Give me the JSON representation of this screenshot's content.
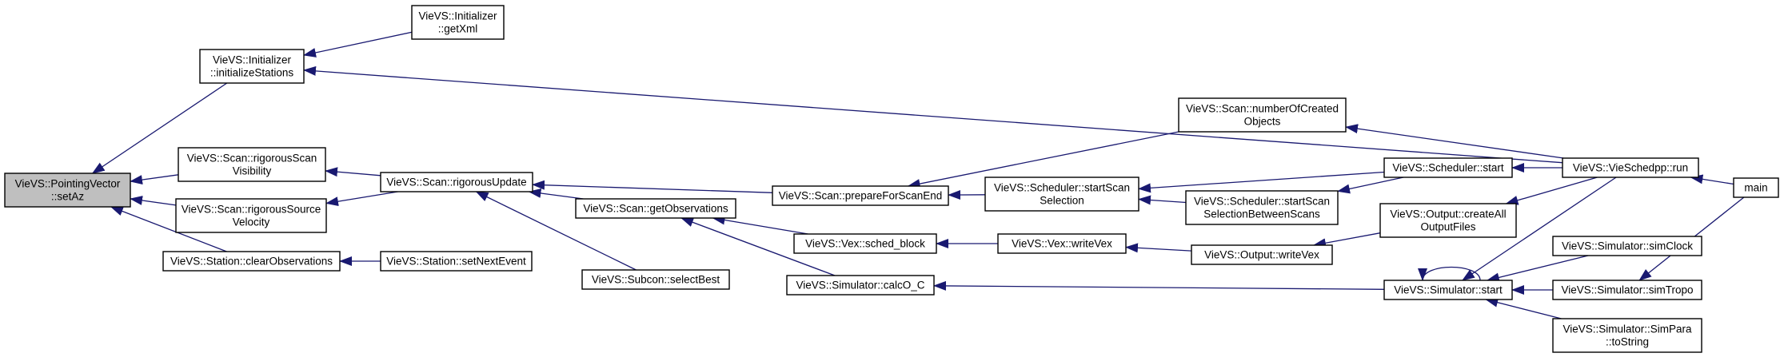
{
  "colors": {
    "edge": "#191970",
    "node_fill": "#ffffff",
    "root_fill": "#bfbfbf",
    "border": "#000000"
  },
  "nodes": [
    {
      "id": "setAz",
      "lines": [
        "VieVS::PointingVector",
        "::setAz"
      ]
    },
    {
      "id": "initializeStations",
      "lines": [
        "VieVS::Initializer",
        "::initializeStations"
      ]
    },
    {
      "id": "getXml",
      "lines": [
        "VieVS::Initializer",
        "::getXml"
      ]
    },
    {
      "id": "rigorousScanVisibility",
      "lines": [
        "VieVS::Scan::rigorousScan",
        "Visibility"
      ]
    },
    {
      "id": "rigorousSourceVelocity",
      "lines": [
        "VieVS::Scan::rigorousSource",
        "Velocity"
      ]
    },
    {
      "id": "clearObservations",
      "lines": [
        "VieVS::Station::clearObservations"
      ]
    },
    {
      "id": "rigorousUpdate",
      "lines": [
        "VieVS::Scan::rigorousUpdate"
      ]
    },
    {
      "id": "setNextEvent",
      "lines": [
        "VieVS::Station::setNextEvent"
      ]
    },
    {
      "id": "prepareForScanEnd",
      "lines": [
        "VieVS::Scan::prepareForScanEnd"
      ]
    },
    {
      "id": "getObservations",
      "lines": [
        "VieVS::Scan::getObservations"
      ]
    },
    {
      "id": "selectBest",
      "lines": [
        "VieVS::Subcon::selectBest"
      ]
    },
    {
      "id": "calcO_C",
      "lines": [
        "VieVS::Simulator::calcO_C"
      ]
    },
    {
      "id": "numberOfCreatedObjects",
      "lines": [
        "VieVS::Scan::numberOfCreated",
        "Objects"
      ]
    },
    {
      "id": "startScanSelection",
      "lines": [
        "VieVS::Scheduler::startScan",
        "Selection"
      ]
    },
    {
      "id": "sched_block",
      "lines": [
        "VieVS::Vex::sched_block"
      ]
    },
    {
      "id": "writeVex",
      "lines": [
        "VieVS::Vex::writeVex"
      ]
    },
    {
      "id": "schedulerStart",
      "lines": [
        "VieVS::Scheduler::start"
      ]
    },
    {
      "id": "startScanSelectionBetweenScans",
      "lines": [
        "VieVS::Scheduler::startScan",
        "SelectionBetweenScans"
      ]
    },
    {
      "id": "outputWriteVex",
      "lines": [
        "VieVS::Output::writeVex"
      ]
    },
    {
      "id": "createAllOutputFiles",
      "lines": [
        "VieVS::Output::createAll",
        "OutputFiles"
      ]
    },
    {
      "id": "simulatorStart",
      "lines": [
        "VieVS::Simulator::start"
      ]
    },
    {
      "id": "run",
      "lines": [
        "VieVS::VieSchedpp::run"
      ]
    },
    {
      "id": "simClock",
      "lines": [
        "VieVS::Simulator::simClock"
      ]
    },
    {
      "id": "simTropo",
      "lines": [
        "VieVS::Simulator::simTropo"
      ]
    },
    {
      "id": "toString",
      "lines": [
        "VieVS::Simulator::SimPara",
        "::toString"
      ]
    },
    {
      "id": "main",
      "lines": [
        "main"
      ]
    }
  ],
  "edges": [
    [
      "initializeStations",
      "setAz"
    ],
    [
      "rigorousScanVisibility",
      "setAz"
    ],
    [
      "rigorousSourceVelocity",
      "setAz"
    ],
    [
      "clearObservations",
      "setAz"
    ],
    [
      "getXml",
      "initializeStations"
    ],
    [
      "run",
      "initializeStations"
    ],
    [
      "rigorousUpdate",
      "rigorousScanVisibility"
    ],
    [
      "rigorousUpdate",
      "rigorousSourceVelocity"
    ],
    [
      "setNextEvent",
      "clearObservations"
    ],
    [
      "prepareForScanEnd",
      "rigorousUpdate"
    ],
    [
      "getObservations",
      "rigorousUpdate"
    ],
    [
      "selectBest",
      "rigorousUpdate"
    ],
    [
      "numberOfCreatedObjects",
      "prepareForScanEnd"
    ],
    [
      "startScanSelection",
      "prepareForScanEnd"
    ],
    [
      "sched_block",
      "getObservations"
    ],
    [
      "calcO_C",
      "getObservations"
    ],
    [
      "run",
      "numberOfCreatedObjects"
    ],
    [
      "schedulerStart",
      "startScanSelection"
    ],
    [
      "startScanSelectionBetweenScans",
      "startScanSelection"
    ],
    [
      "writeVex",
      "sched_block"
    ],
    [
      "outputWriteVex",
      "writeVex"
    ],
    [
      "simulatorStart",
      "calcO_C"
    ],
    [
      "run",
      "schedulerStart"
    ],
    [
      "schedulerStart",
      "startScanSelectionBetweenScans"
    ],
    [
      "createAllOutputFiles",
      "outputWriteVex"
    ],
    [
      "run",
      "createAllOutputFiles"
    ],
    [
      "simulatorStart",
      "simulatorStart"
    ],
    [
      "simClock",
      "simulatorStart"
    ],
    [
      "simTropo",
      "simulatorStart"
    ],
    [
      "toString",
      "simulatorStart"
    ],
    [
      "run",
      "simulatorStart"
    ],
    [
      "main",
      "run"
    ],
    [
      "main",
      "simTropo"
    ]
  ]
}
